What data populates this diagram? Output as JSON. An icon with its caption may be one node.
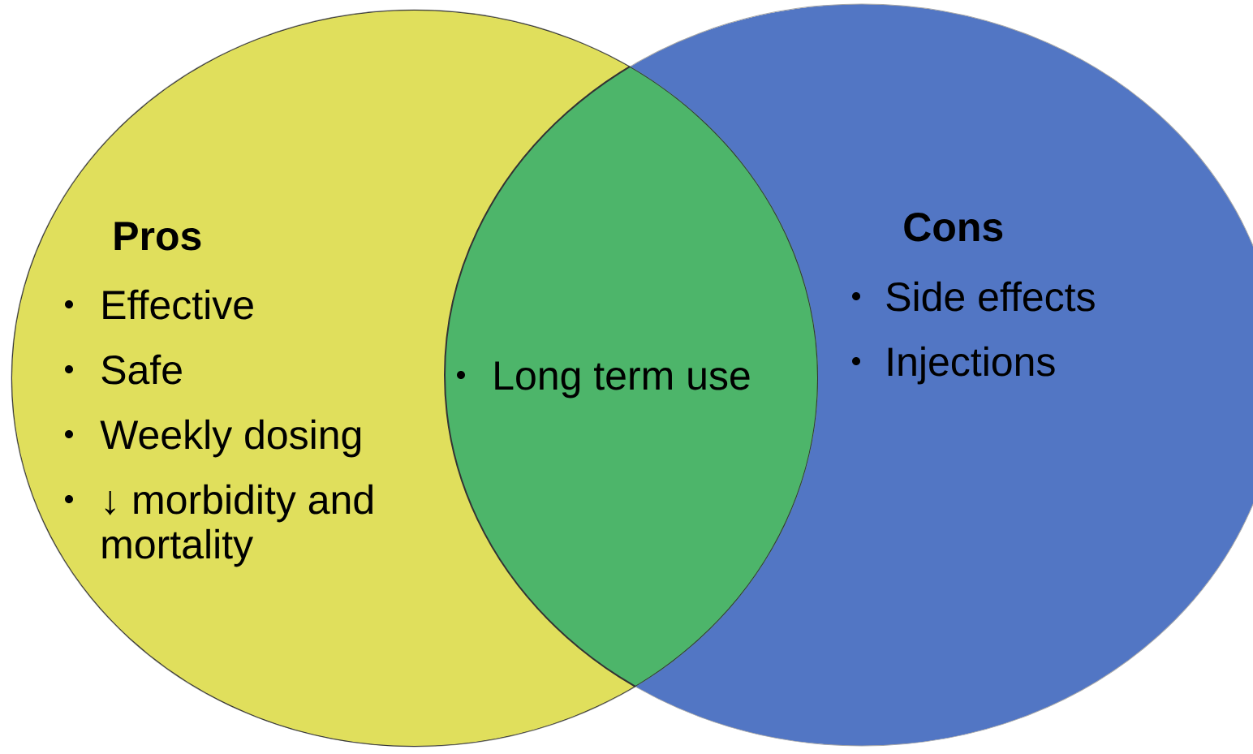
{
  "diagram": {
    "nodes": [
      {
        "text": [
          "Pros",
          "Effective",
          "Safe",
          "Weekly dosing",
          "↓ morbidity and mortality"
        ]
      },
      {
        "text": [
          "Cons",
          "Side effects",
          "Injections"
        ]
      },
      {
        "text": [
          "Long term use"
        ]
      }
    ]
  }
}
